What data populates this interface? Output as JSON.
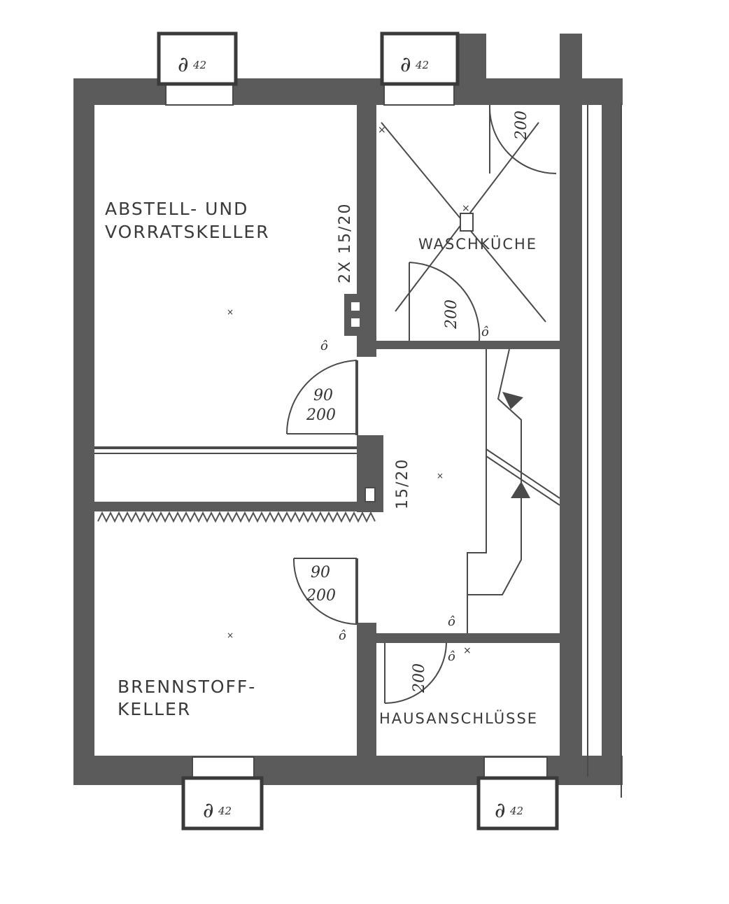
{
  "rooms": {
    "storage": {
      "line1": "ABSTELL- UND",
      "line2": "VORRATSKELLER"
    },
    "laundry": {
      "label": "WASCHKÜCHE"
    },
    "fuel": {
      "line1": "BRENNSTOFF-",
      "line2": "KELLER"
    },
    "utility": {
      "label": "HAUSANSCHLÜSSE"
    }
  },
  "wall_dims": {
    "upper": "2X 15/20",
    "lower": "15/20"
  },
  "doors": {
    "storage": {
      "width": "90",
      "height": "200"
    },
    "fuel": {
      "width": "90",
      "height": "200"
    },
    "laundry_top": {
      "height": "200"
    },
    "laundry_bottom": {
      "height": "200"
    },
    "utility": {
      "height": "200"
    }
  },
  "window_symbols": {
    "glyph": "∂",
    "sub": "42"
  },
  "colors": {
    "wall": "#5b5b5b",
    "line": "#4a4a4a",
    "paper": "#ffffff"
  }
}
